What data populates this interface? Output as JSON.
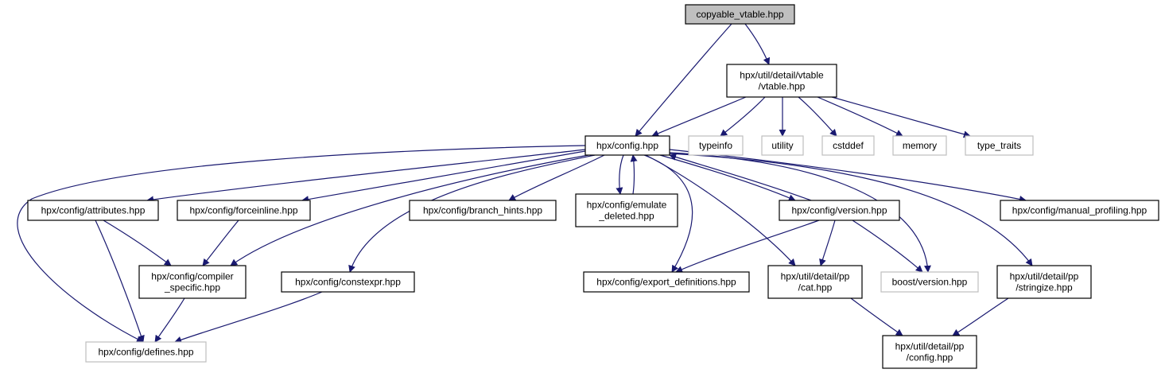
{
  "diagram": {
    "nodes": [
      {
        "id": "copyable_vtable",
        "lines": [
          "copyable_vtable.hpp"
        ],
        "style": "root"
      },
      {
        "id": "vtable",
        "lines": [
          "hpx/util/detail/vtable",
          "/vtable.hpp"
        ],
        "style": "normal"
      },
      {
        "id": "config",
        "lines": [
          "hpx/config.hpp"
        ],
        "style": "normal"
      },
      {
        "id": "typeinfo",
        "lines": [
          "typeinfo"
        ],
        "style": "external"
      },
      {
        "id": "utility",
        "lines": [
          "utility"
        ],
        "style": "external"
      },
      {
        "id": "cstddef",
        "lines": [
          "cstddef"
        ],
        "style": "external"
      },
      {
        "id": "memory",
        "lines": [
          "memory"
        ],
        "style": "external"
      },
      {
        "id": "type_traits",
        "lines": [
          "type_traits"
        ],
        "style": "external"
      },
      {
        "id": "attributes",
        "lines": [
          "hpx/config/attributes.hpp"
        ],
        "style": "normal"
      },
      {
        "id": "forceinline",
        "lines": [
          "hpx/config/forceinline.hpp"
        ],
        "style": "normal"
      },
      {
        "id": "branch_hints",
        "lines": [
          "hpx/config/branch_hints.hpp"
        ],
        "style": "normal"
      },
      {
        "id": "emulate_deleted",
        "lines": [
          "hpx/config/emulate",
          "_deleted.hpp"
        ],
        "style": "normal"
      },
      {
        "id": "version",
        "lines": [
          "hpx/config/version.hpp"
        ],
        "style": "normal"
      },
      {
        "id": "manual_profiling",
        "lines": [
          "hpx/config/manual_profiling.hpp"
        ],
        "style": "normal"
      },
      {
        "id": "compiler_specific",
        "lines": [
          "hpx/config/compiler",
          "_specific.hpp"
        ],
        "style": "normal"
      },
      {
        "id": "constexpr",
        "lines": [
          "hpx/config/constexpr.hpp"
        ],
        "style": "normal"
      },
      {
        "id": "export_definitions",
        "lines": [
          "hpx/config/export_definitions.hpp"
        ],
        "style": "normal"
      },
      {
        "id": "pp_cat",
        "lines": [
          "hpx/util/detail/pp",
          "/cat.hpp"
        ],
        "style": "normal"
      },
      {
        "id": "boost_version",
        "lines": [
          "boost/version.hpp"
        ],
        "style": "external"
      },
      {
        "id": "pp_stringize",
        "lines": [
          "hpx/util/detail/pp",
          "/stringize.hpp"
        ],
        "style": "normal"
      },
      {
        "id": "defines",
        "lines": [
          "hpx/config/defines.hpp"
        ],
        "style": "external"
      },
      {
        "id": "pp_config",
        "lines": [
          "hpx/util/detail/pp",
          "/config.hpp"
        ],
        "style": "normal"
      }
    ],
    "edges": [
      {
        "from": "copyable_vtable",
        "to": "vtable"
      },
      {
        "from": "copyable_vtable",
        "to": "config"
      },
      {
        "from": "vtable",
        "to": "config"
      },
      {
        "from": "vtable",
        "to": "typeinfo"
      },
      {
        "from": "vtable",
        "to": "utility"
      },
      {
        "from": "vtable",
        "to": "cstddef"
      },
      {
        "from": "vtable",
        "to": "memory"
      },
      {
        "from": "vtable",
        "to": "type_traits"
      },
      {
        "from": "config",
        "to": "attributes"
      },
      {
        "from": "config",
        "to": "forceinline"
      },
      {
        "from": "config",
        "to": "branch_hints"
      },
      {
        "from": "config",
        "to": "emulate_deleted"
      },
      {
        "from": "emulate_deleted",
        "to": "config"
      },
      {
        "from": "config",
        "to": "version"
      },
      {
        "from": "version",
        "to": "config"
      },
      {
        "from": "config",
        "to": "manual_profiling"
      },
      {
        "from": "config",
        "to": "defines"
      },
      {
        "from": "config",
        "to": "compiler_specific"
      },
      {
        "from": "config",
        "to": "constexpr"
      },
      {
        "from": "config",
        "to": "export_definitions"
      },
      {
        "from": "config",
        "to": "pp_cat"
      },
      {
        "from": "config",
        "to": "boost_version"
      },
      {
        "from": "config",
        "to": "pp_stringize"
      },
      {
        "from": "attributes",
        "to": "compiler_specific"
      },
      {
        "from": "attributes",
        "to": "defines"
      },
      {
        "from": "forceinline",
        "to": "compiler_specific"
      },
      {
        "from": "compiler_specific",
        "to": "defines"
      },
      {
        "from": "constexpr",
        "to": "defines"
      },
      {
        "from": "version",
        "to": "export_definitions"
      },
      {
        "from": "version",
        "to": "pp_cat"
      },
      {
        "from": "version",
        "to": "boost_version"
      },
      {
        "from": "pp_cat",
        "to": "pp_config"
      },
      {
        "from": "pp_stringize",
        "to": "pp_config"
      }
    ]
  },
  "colors": {
    "edge": "#191970",
    "root_fill": "#bfbfbf",
    "normal_border": "#000000",
    "external_border": "#bfbfbf"
  }
}
